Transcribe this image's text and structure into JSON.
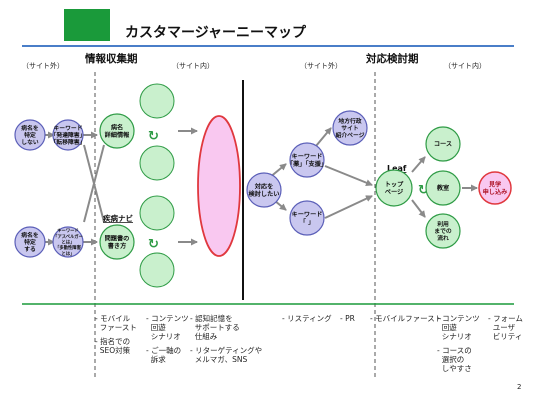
{
  "title": "カスタマージャーニーマップ",
  "page_number": "2",
  "colors": {
    "green": "#1a9a3a",
    "blue_rule": "#4a7ec8",
    "blue_node": "#c9c7ef",
    "blue_stroke": "#5b5fb8",
    "green_node": "#c9f0cd",
    "green_stroke": "#2e9b45",
    "pink_node": "#f9c8f0",
    "pink_stroke": "#e0383e",
    "arrow": "#8a8a8a"
  },
  "phases": [
    {
      "name": "情報収集期",
      "left": "（サイト外）",
      "right": "（サイト内）"
    },
    {
      "name": "対応検討期",
      "left": "（サイト外）",
      "right": "（サイト内）"
    }
  ],
  "nodes": {
    "n1": [
      "病名を",
      "特定",
      "しない"
    ],
    "n2": [
      "キーワード",
      "「発達障害」",
      "「転移障害」"
    ],
    "n3": [
      "病名",
      "詳細情報"
    ],
    "n4": [
      "病名を",
      "特定",
      "する"
    ],
    "n5": [
      "キーワード",
      "「アスペルガー",
      "とは」",
      "「多動性障害",
      "とは」"
    ],
    "n6": [
      "問題書の",
      "書き方"
    ],
    "n7": [
      "対応を",
      "検討したい"
    ],
    "n8": [
      "キーワード",
      "「薬」「支援」"
    ],
    "n9": [
      "キーワード",
      "「   」"
    ],
    "n10": [
      "地方行政",
      "サイト",
      "紹介ページ"
    ],
    "n11": [
      "トップ",
      "ページ"
    ],
    "n12": [
      "コース"
    ],
    "n13": [
      "教室"
    ],
    "n14": [
      "利用",
      "までの",
      "流れ"
    ],
    "n15": [
      "見学",
      "申し込み"
    ]
  },
  "labels": {
    "handy_navi": "疾病ナビ",
    "leaf": "Leaf"
  },
  "bottom_lists": [
    [
      "モバイル",
      "ファースト",
      "",
      "指名での",
      "SEO対策"
    ],
    [
      "コンテンツ",
      "回遊",
      "シナリオ",
      "",
      "ご一軸の",
      "訴求"
    ],
    [
      "認知記憶を",
      "サポートする",
      "仕組み",
      "",
      "リターゲティングや",
      "メルマガ、SNS"
    ],
    [
      "リスティング"
    ],
    [
      "PR"
    ],
    [
      "モバイルファースト"
    ],
    [
      "コンテンツ",
      "回遊",
      "シナリオ",
      "",
      "コースの",
      "選択の",
      "しやすさ"
    ],
    [
      "フォーム",
      "ユーザ",
      "ビリティ"
    ]
  ]
}
